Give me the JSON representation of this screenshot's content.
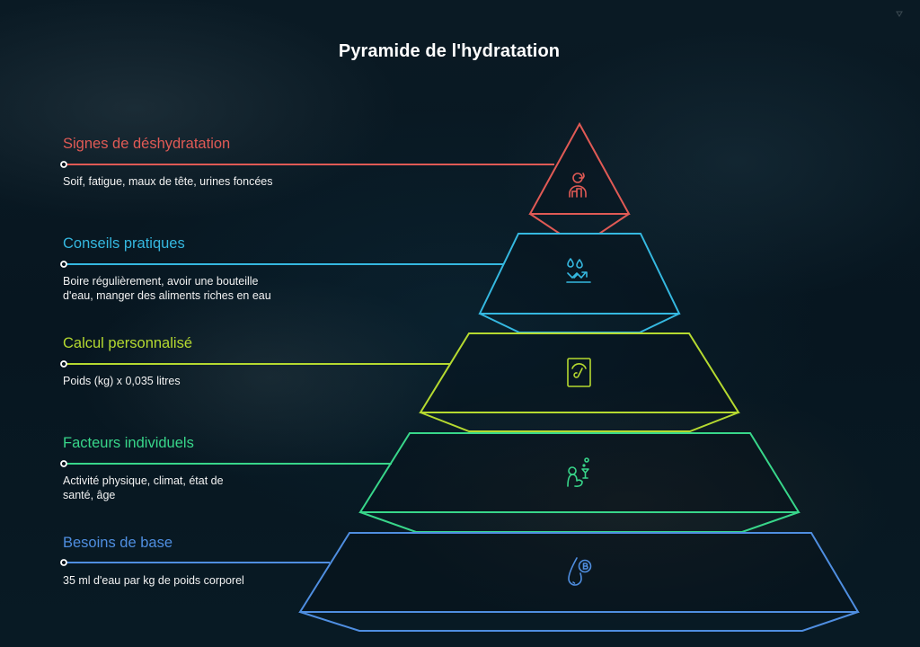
{
  "title": "Pyramide de l'hydratation",
  "layers": [
    {
      "title": "Signes de déshydratation",
      "description": "Soif, fatigue, maux de tête, urines foncées",
      "color": "#e05a55",
      "icon": "person-sweating-icon"
    },
    {
      "title": "Conseils pratiques",
      "description": "Boire régulièrement, avoir une bouteille d'eau, manger des aliments riches en eau",
      "color": "#35b8e0",
      "icon": "water-drops-trend-icon"
    },
    {
      "title": "Calcul personnalisé",
      "description": "Poids (kg) x 0,035 litres",
      "color": "#b5d930",
      "icon": "weighing-scale-icon"
    },
    {
      "title": "Facteurs individuels",
      "description": "Activité physique, climat, état de santé, âge",
      "color": "#38d68a",
      "icon": "person-drink-icon"
    },
    {
      "title": "Besoins de base",
      "description": "35 ml d'eau par kg de poids corporel",
      "color": "#4f8ee0",
      "icon": "water-drop-coin-icon"
    }
  ]
}
